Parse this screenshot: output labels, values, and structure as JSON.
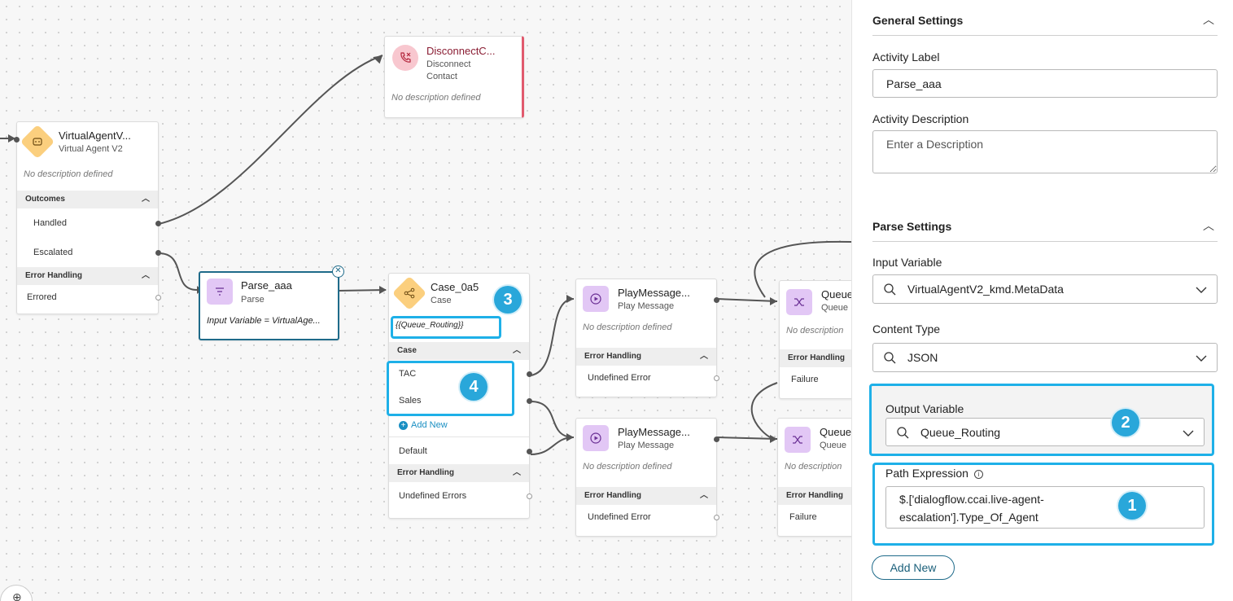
{
  "nodes": {
    "disconnect": {
      "title": "DisconnectC...",
      "sub_line1": "Disconnect",
      "sub_line2": "Contact",
      "desc": "No description defined"
    },
    "virtual_agent": {
      "title": "VirtualAgentV...",
      "sub": "Virtual Agent V2",
      "desc": "No description defined",
      "outcomes_label": "Outcomes",
      "handled": "Handled",
      "escalated": "Escalated",
      "error_label": "Error Handling",
      "errored": "Errored"
    },
    "parse": {
      "title": "Parse_aaa",
      "sub": "Parse",
      "desc": "Input Variable = VirtualAge..."
    },
    "case": {
      "title": "Case_0a5",
      "sub": "Case",
      "expr": "{{Queue_Routing}}",
      "case_label": "Case",
      "tac": "TAC",
      "sales": "Sales",
      "add_new": "Add New",
      "default": "Default",
      "error_label": "Error Handling",
      "undefined_errors": "Undefined Errors"
    },
    "play1": {
      "title": "PlayMessage...",
      "sub": "Play Message",
      "desc": "No description defined",
      "error_label": "Error Handling",
      "undefined_error": "Undefined Error"
    },
    "play2": {
      "title": "PlayMessage...",
      "sub": "Play Message",
      "desc": "No description defined",
      "error_label": "Error Handling",
      "undefined_error": "Undefined Error"
    },
    "queue1": {
      "title": "Queue",
      "sub": "Queue",
      "desc": "No description",
      "error_label": "Error Handling",
      "failure": "Failure"
    },
    "queue2": {
      "title": "Queue",
      "sub": "Queue",
      "desc": "No description",
      "error_label": "Error Handling",
      "failure": "Failure"
    }
  },
  "callouts": {
    "one": "1",
    "two": "2",
    "three": "3",
    "four": "4"
  },
  "panel": {
    "general_settings": "General Settings",
    "activity_label_label": "Activity Label",
    "activity_label_value": "Parse_aaa",
    "activity_description_label": "Activity Description",
    "activity_description_placeholder": "Enter a Description",
    "parse_settings": "Parse Settings",
    "input_variable_label": "Input Variable",
    "input_variable_value": "VirtualAgentV2_kmd.MetaData",
    "content_type_label": "Content Type",
    "content_type_value": "JSON",
    "output_variable_label": "Output Variable",
    "output_variable_value": "Queue_Routing",
    "path_expression_label": "Path Expression",
    "path_expression_line1": "$.['dialogflow.ccai.live-agent-",
    "path_expression_line2": "escalation'].Type_Of_Agent",
    "add_new_button": "Add New"
  },
  "colors": {
    "accent": "#1eb0e8",
    "badge": "#29a7da",
    "diamond": "#fbcf7e",
    "play_icon": "#e2c7f5",
    "disconnect_icon": "#f8c7cf",
    "disconnect_bar": "#e15a6e",
    "selected_border": "#1f6b8a"
  }
}
